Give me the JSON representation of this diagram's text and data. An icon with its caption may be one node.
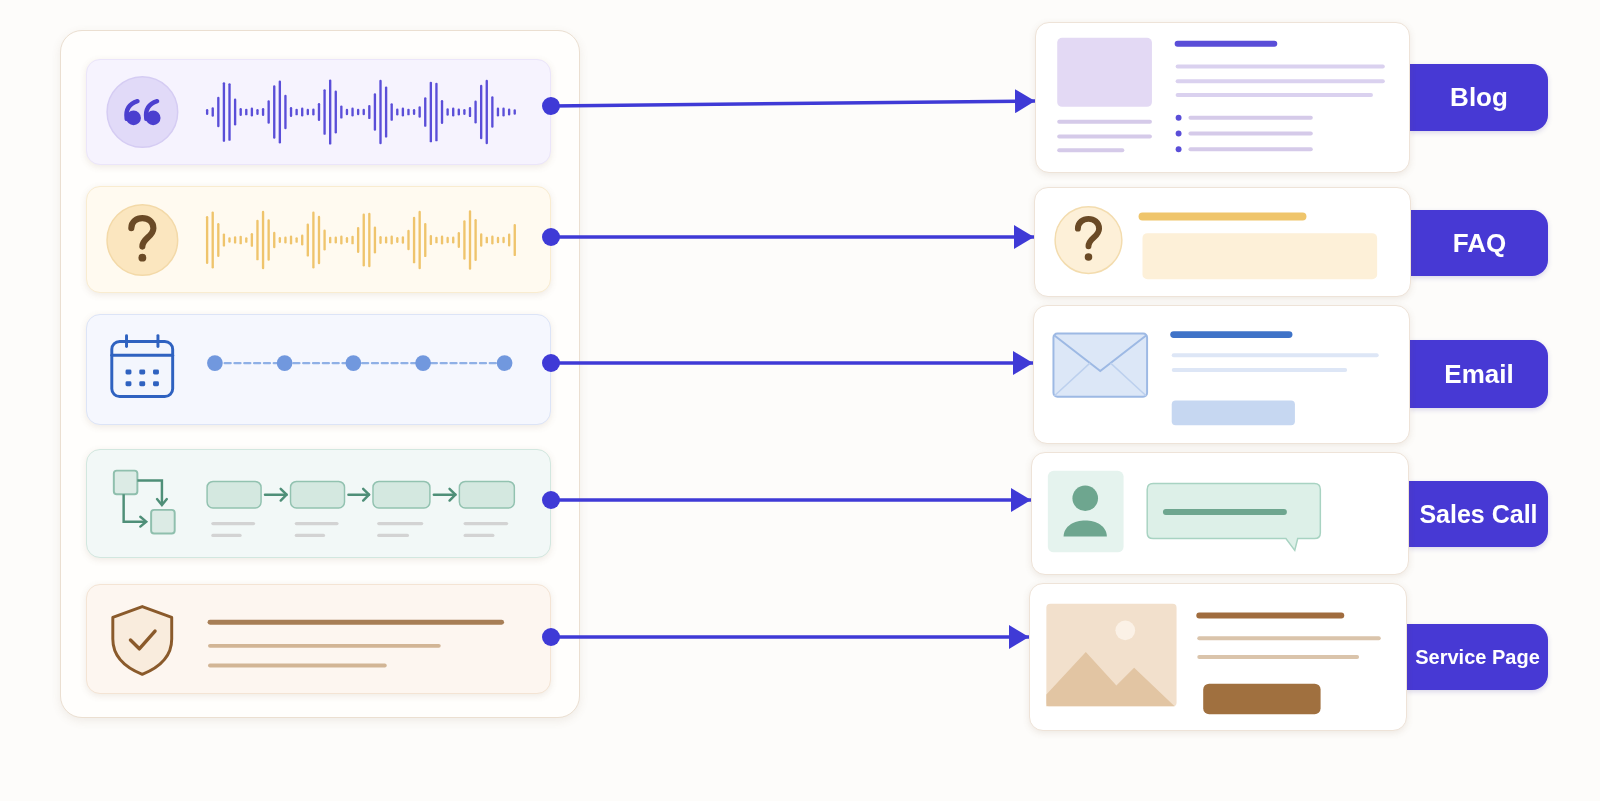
{
  "diagram": {
    "nodes": [
      {
        "text": [],
        "shape": "box"
      },
      {
        "text": [],
        "shape": "box"
      },
      {
        "text": [
          "Blog"
        ]
      },
      {
        "text": [],
        "shape": "box"
      },
      {
        "text": [],
        "shape": "box"
      },
      {
        "text": [
          "FAQ"
        ]
      },
      {
        "text": [],
        "shape": "box"
      },
      {
        "text": [],
        "shape": "box"
      },
      {
        "text": [
          "Email"
        ]
      },
      {
        "text": [],
        "shape": "box"
      },
      {
        "text": [],
        "shape": "box"
      },
      {
        "text": [
          "Sales Call"
        ]
      },
      {
        "text": [],
        "shape": "box"
      },
      {
        "text": [],
        "shape": "box"
      },
      {
        "text": [
          "Service Page"
        ]
      }
    ],
    "edges": [
      {
        "from": 0,
        "to": 1,
        "arrow": "to"
      },
      {
        "from": 3,
        "to": 4,
        "arrow": "to"
      },
      {
        "from": 6,
        "to": 7,
        "arrow": "to"
      },
      {
        "from": 9,
        "to": 10,
        "arrow": "to"
      },
      {
        "from": 12,
        "to": 13,
        "arrow": "to"
      }
    ]
  }
}
